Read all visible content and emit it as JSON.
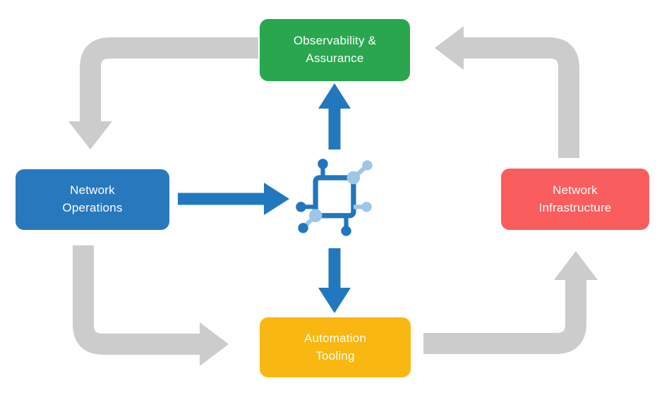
{
  "nodes": [
    {
      "id": "observability-assurance",
      "label": "Observability &\nAssurance",
      "color": "#2aa64e",
      "text_color": "#ffffff"
    },
    {
      "id": "network-operations",
      "label": "Network\nOperations",
      "color": "#2878be",
      "text_color": "#ffffff"
    },
    {
      "id": "network-infrastructure",
      "label": "Network\nInfrastructure",
      "color": "#f95d5d",
      "text_color": "#ffffff"
    },
    {
      "id": "automation-tooling",
      "label": "Automation\nTooling",
      "color": "#f8b711",
      "text_color": "#ffffff"
    }
  ],
  "center_icon": {
    "name": "network-nodes-icon",
    "primary_color": "#2176bd",
    "secondary_color": "#9ec6e8"
  },
  "arrows": {
    "gray_color": "#cccccc",
    "blue_color": "#2278be",
    "flows": [
      {
        "from": "observability-assurance",
        "to": "network-operations",
        "style": "gray"
      },
      {
        "from": "network-operations",
        "to": "automation-tooling",
        "style": "gray"
      },
      {
        "from": "automation-tooling",
        "to": "network-infrastructure",
        "style": "gray"
      },
      {
        "from": "network-infrastructure",
        "to": "observability-assurance",
        "style": "gray"
      },
      {
        "from": "network-operations",
        "to": "center-icon",
        "style": "blue"
      },
      {
        "from": "center-icon",
        "to": "observability-assurance",
        "style": "blue"
      },
      {
        "from": "center-icon",
        "to": "automation-tooling",
        "style": "blue"
      }
    ]
  }
}
